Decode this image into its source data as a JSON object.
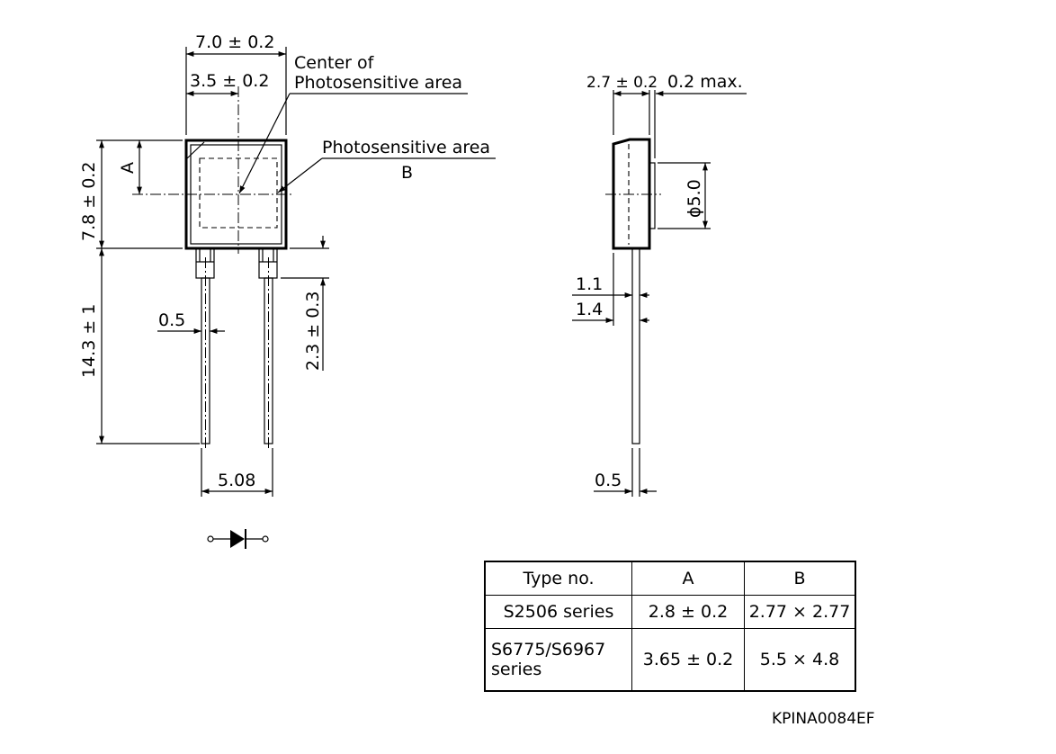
{
  "front_view": {
    "width_label": "7.0 ± 0.2",
    "center_offset_label": "3.5 ± 0.2",
    "center_callout_line1": "Center of",
    "center_callout_line2": "Photosensitive area",
    "area_callout_line1": "Photosensitive area",
    "area_callout_line2": "B",
    "a_label": "A",
    "height_label": "7.8 ± 0.2",
    "lead_length_label": "14.3 ± 1",
    "lead_width_label": "0.5",
    "lead_step_label": "2.3 ± 0.3",
    "lead_pitch_label": "5.08"
  },
  "side_view": {
    "thickness_label": "2.7 ± 0.2",
    "window_label": "0.2 max.",
    "window_diameter_label": "ϕ5.0",
    "dim_1_1": "1.1",
    "dim_1_4": "1.4",
    "lead_width_label": "0.5"
  },
  "type_table": {
    "headers": [
      "Type no.",
      "A",
      "B"
    ],
    "rows": [
      [
        "S2506 series",
        "2.8 ± 0.2",
        "2.77 × 2.77"
      ],
      [
        "S6775/S6967 series",
        "3.65 ± 0.2",
        "5.5 × 4.8"
      ]
    ]
  },
  "drawing_code": "KPINA0084EF"
}
